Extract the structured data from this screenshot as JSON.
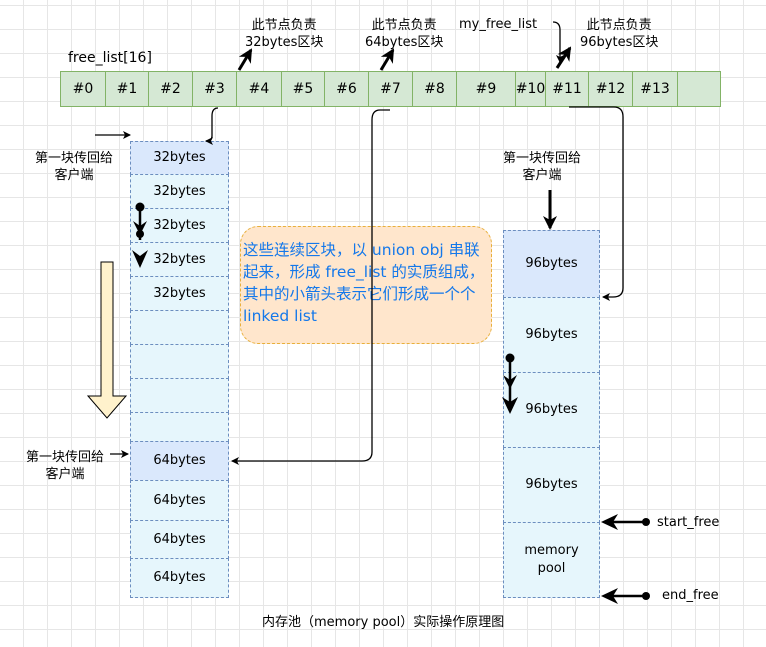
{
  "array_label": "free_list[16]",
  "array_cells": [
    "#0",
    "#1",
    "#2",
    "#3",
    "#4",
    "#5",
    "#6",
    "#7",
    "#8",
    "#9",
    "#10",
    "#11",
    "#12",
    "#13",
    ""
  ],
  "node_labels": {
    "n32": "此节点负责\n32bytes区块",
    "n64": "此节点负责\n64bytes区块",
    "n96": "此节点负责\n96bytes区块"
  },
  "my_free_list_label": "my_free_list",
  "first_block_label": "第一块传回给\n客户端",
  "column32": [
    "32bytes",
    "32bytes",
    "32bytes",
    "32bytes",
    "32bytes",
    "",
    "",
    "",
    ""
  ],
  "column64": [
    "64bytes",
    "64bytes",
    "64bytes",
    "64bytes"
  ],
  "column96": [
    "96bytes",
    "96bytes",
    "96bytes",
    "96bytes",
    "memory\npool"
  ],
  "note_text": "这些连续区块，以 union obj 串联起来，形成 free_list 的实质组成，其中的小箭头表示它们形成一个个 linked list",
  "start_free_label": "start_free",
  "end_free_label": "end_free",
  "caption": "内存池（memory pool）实际操作原理图",
  "colors": {
    "array_fill": "#d5e8d4",
    "array_border": "#82b366",
    "block_fill": "#e6f6fc",
    "first_block_fill": "#dae8fc",
    "block_border": "#6c8ebf",
    "note_fill": "#ffe6cc",
    "note_border": "#e8b03c",
    "note_text": "#1478ea",
    "big_arrow_fill": "#fff2cc"
  }
}
